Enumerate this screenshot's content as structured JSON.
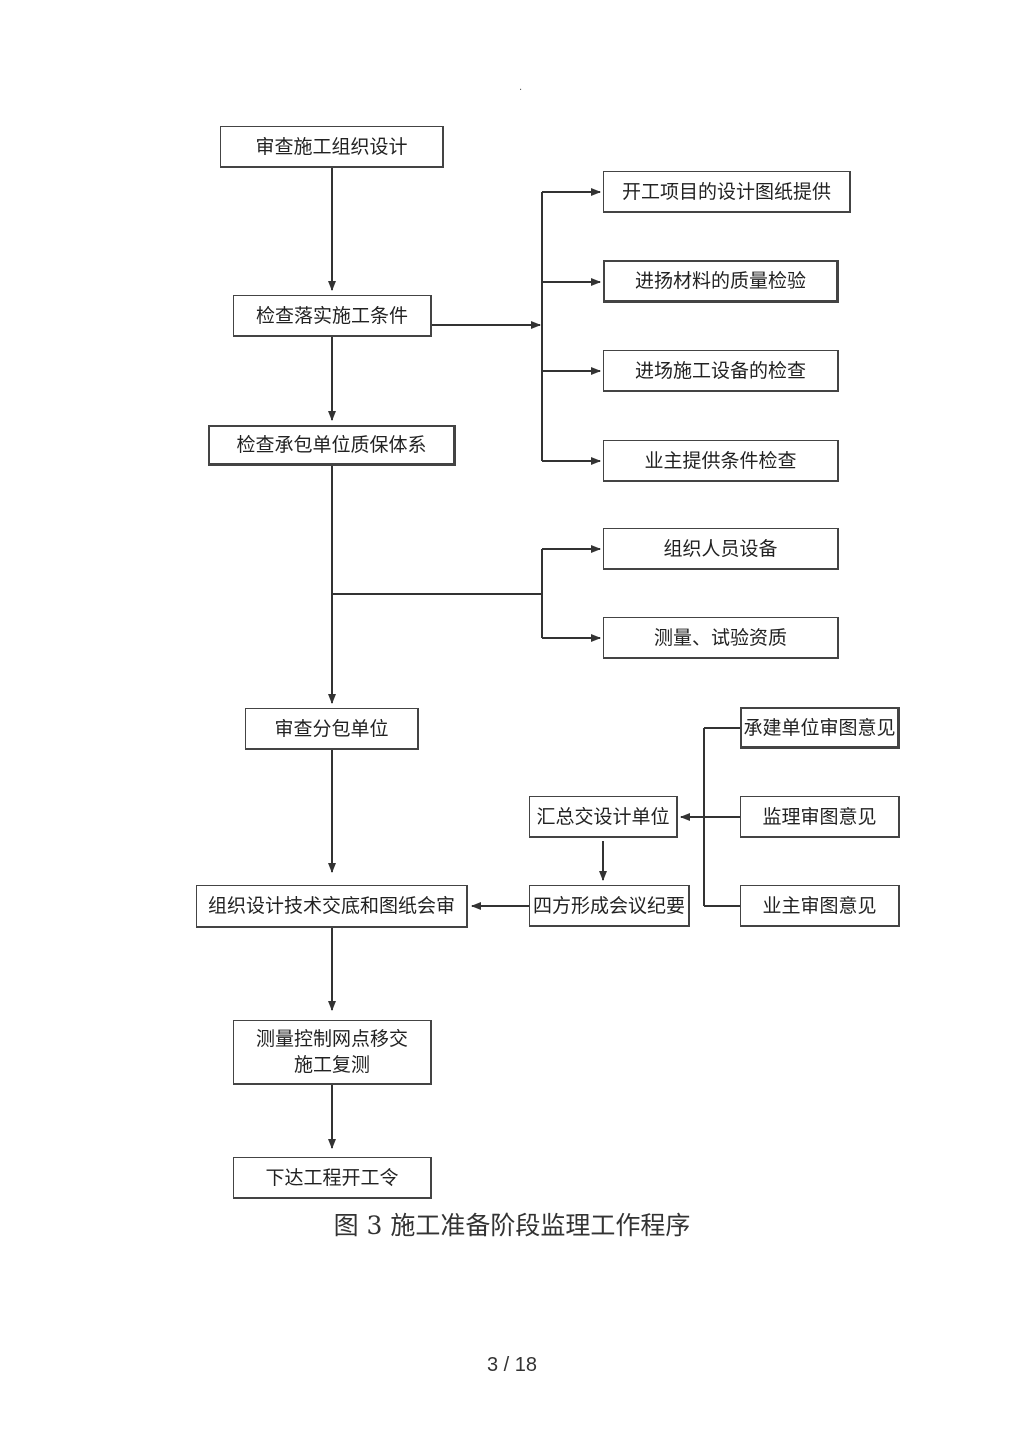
{
  "flowchart": {
    "main": {
      "review_design": "审查施工组织设计",
      "check_conditions": "检查落实施工条件",
      "check_quality_system": "检查承包单位质保体系",
      "review_subcontractor": "审查分包单位",
      "tech_disclosure": "组织设计技术交底和图纸会审",
      "survey_line1": "测量控制网点移交",
      "survey_line2": "施工复测",
      "start_order": "下达工程开工令"
    },
    "conditions_branch": {
      "drawings": "开工项目的设计图纸提供",
      "materials": "进扬材料的质量检验",
      "equipment": "进场施工设备的检查",
      "owner_conditions": "业主提供条件检查"
    },
    "quality_branch": {
      "personnel": "组织人员设备",
      "qualification": "测量、试验资质"
    },
    "drawing_review": {
      "contractor_opinion": "承建单位审图意见",
      "supervisor_opinion": "监理审图意见",
      "owner_opinion": "业主审图意见",
      "summary": "汇总交设计单位",
      "minutes": "四方形成会议纪要"
    }
  },
  "caption": "图 3 施工准备阶段监理工作程序",
  "page_number": "3 / 18"
}
